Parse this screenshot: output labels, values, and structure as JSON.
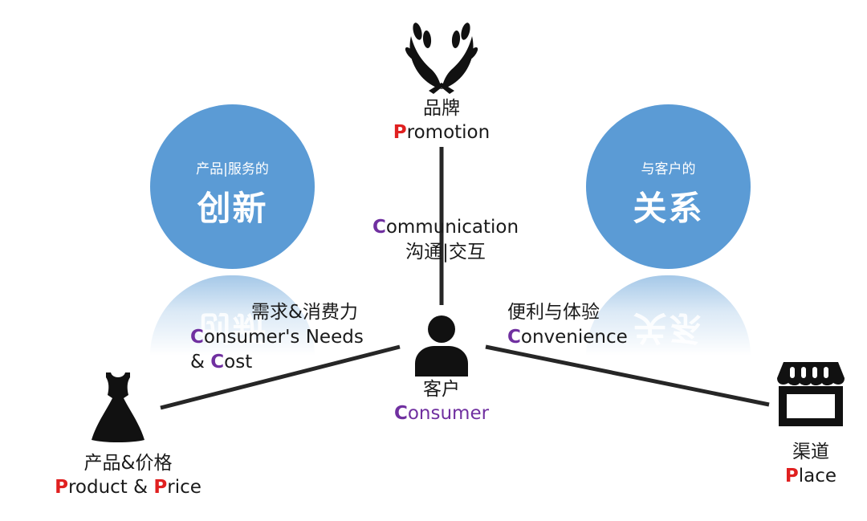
{
  "colors": {
    "circle": "#5b9bd5",
    "accent_red": "#e02020",
    "accent_purple": "#7030a0",
    "line": "#262626",
    "icon": "#111111"
  },
  "circles": {
    "innovation": {
      "small": "产品|服务的",
      "big": "创新"
    },
    "relationship": {
      "small": "与客户的",
      "big": "关系"
    }
  },
  "nodes": {
    "promotion": {
      "icon": "laurel-wreath-icon",
      "cn": "品牌",
      "initial": "P",
      "rest": "romotion"
    },
    "consumer": {
      "icon": "person-icon",
      "cn": "客户",
      "initial": "C",
      "rest": "onsumer"
    },
    "product": {
      "icon": "dress-icon",
      "cn": "产品&价格",
      "initial1": "P",
      "rest1": "roduct & ",
      "initial2": "P",
      "rest2": "rice"
    },
    "place": {
      "icon": "storefront-icon",
      "cn": "渠道",
      "initial": "P",
      "rest": "lace"
    }
  },
  "edges": {
    "communication": {
      "initial": "C",
      "rest": "ommunication",
      "cn": "沟通|交互"
    },
    "needs": {
      "cn": "需求&消费力",
      "initial1": "C",
      "rest1": "onsumer's Needs",
      "prefix2": "& ",
      "initial2": "C",
      "rest2": "ost"
    },
    "convenience": {
      "cn": "便利与体验",
      "initial": "C",
      "rest": "onvenience"
    }
  }
}
